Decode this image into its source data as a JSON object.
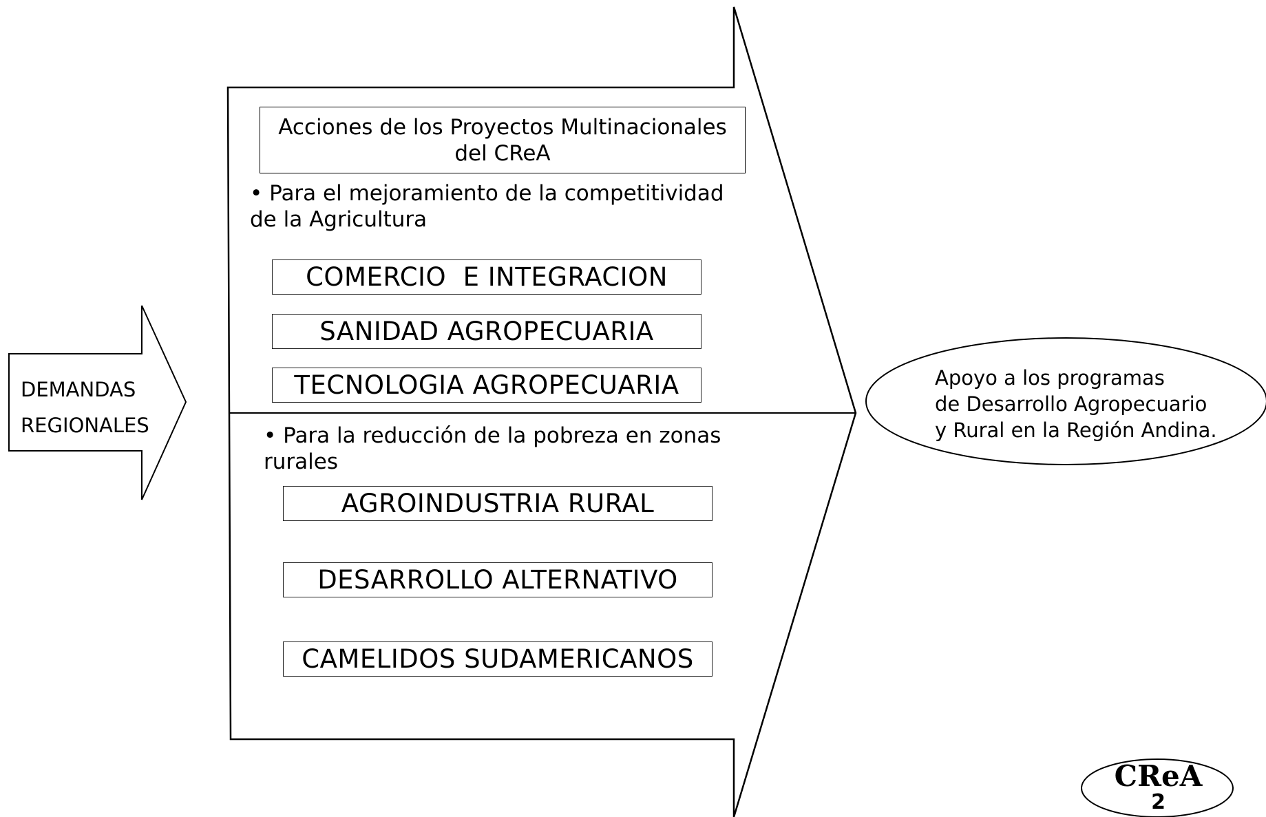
{
  "input": {
    "label_line1": "DEMANDAS",
    "label_line2": "REGIONALES"
  },
  "main": {
    "title": "Acciones de los Proyectos Multinacionales del CReA",
    "section1": {
      "bullet": "• Para el mejoramiento de la competitividad de la Agricultura",
      "programs": [
        "COMERCIO  E INTEGRACION",
        "SANIDAD AGROPECUARIA",
        "TECNOLOGIA AGROPECUARIA"
      ]
    },
    "section2": {
      "bullet": "• Para la reducción de la pobreza en zonas rurales",
      "programs": [
        "AGROINDUSTRIA RURAL",
        "DESARROLLO ALTERNATIVO",
        "CAMELIDOS SUDAMERICANOS"
      ]
    }
  },
  "output": {
    "line1": "Apoyo a los programas",
    "line2": "de Desarrollo Agropecuario",
    "line3": "y Rural en la Región Andina."
  },
  "logo": {
    "name": "CReA",
    "page": "2"
  }
}
